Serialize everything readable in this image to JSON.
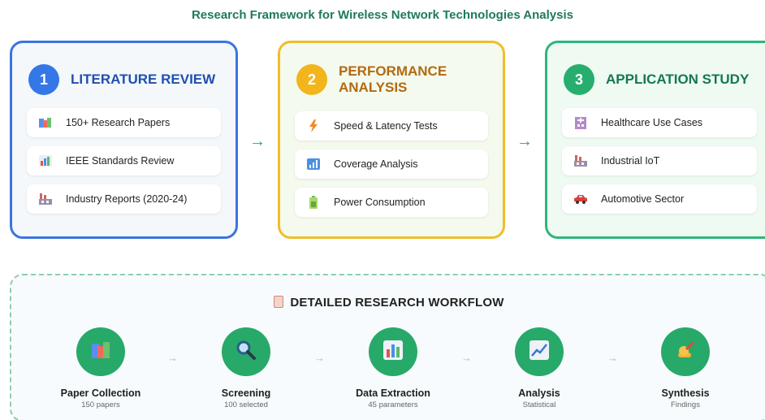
{
  "title": "Research Framework for Wireless Network Technologies Analysis",
  "panels": [
    {
      "number": "1",
      "title": "LITERATURE REVIEW",
      "items": [
        {
          "icon": "books-icon",
          "label": "150+ Research Papers"
        },
        {
          "icon": "bar-chart-icon",
          "label": "IEEE Standards Review"
        },
        {
          "icon": "factory-icon",
          "label": "Industry Reports (2020-24)"
        }
      ]
    },
    {
      "number": "2",
      "title": "PERFORMANCE ANALYSIS",
      "items": [
        {
          "icon": "lightning-icon",
          "label": "Speed & Latency Tests"
        },
        {
          "icon": "signal-icon",
          "label": "Coverage Analysis"
        },
        {
          "icon": "battery-icon",
          "label": "Power Consumption"
        }
      ]
    },
    {
      "number": "3",
      "title": "APPLICATION STUDY",
      "items": [
        {
          "icon": "hospital-icon",
          "label": "Healthcare Use Cases"
        },
        {
          "icon": "factory-icon",
          "label": "Industrial IoT"
        },
        {
          "icon": "car-icon",
          "label": "Automotive Sector"
        }
      ]
    }
  ],
  "arrows": {
    "main": "→",
    "workflow": "→"
  },
  "workflow": {
    "title": "DETAILED RESEARCH WORKFLOW",
    "title_icon": "clipboard-icon",
    "steps": [
      {
        "icon": "books-icon",
        "name": "Paper Collection",
        "sub": "150 papers"
      },
      {
        "icon": "magnifier-icon",
        "name": "Screening",
        "sub": "100 selected"
      },
      {
        "icon": "bar-chart-icon",
        "name": "Data Extraction",
        "sub": "45 parameters"
      },
      {
        "icon": "line-chart-icon",
        "name": "Analysis",
        "sub": "Statistical"
      },
      {
        "icon": "writing-hand-icon",
        "name": "Synthesis",
        "sub": "Findings"
      }
    ]
  }
}
